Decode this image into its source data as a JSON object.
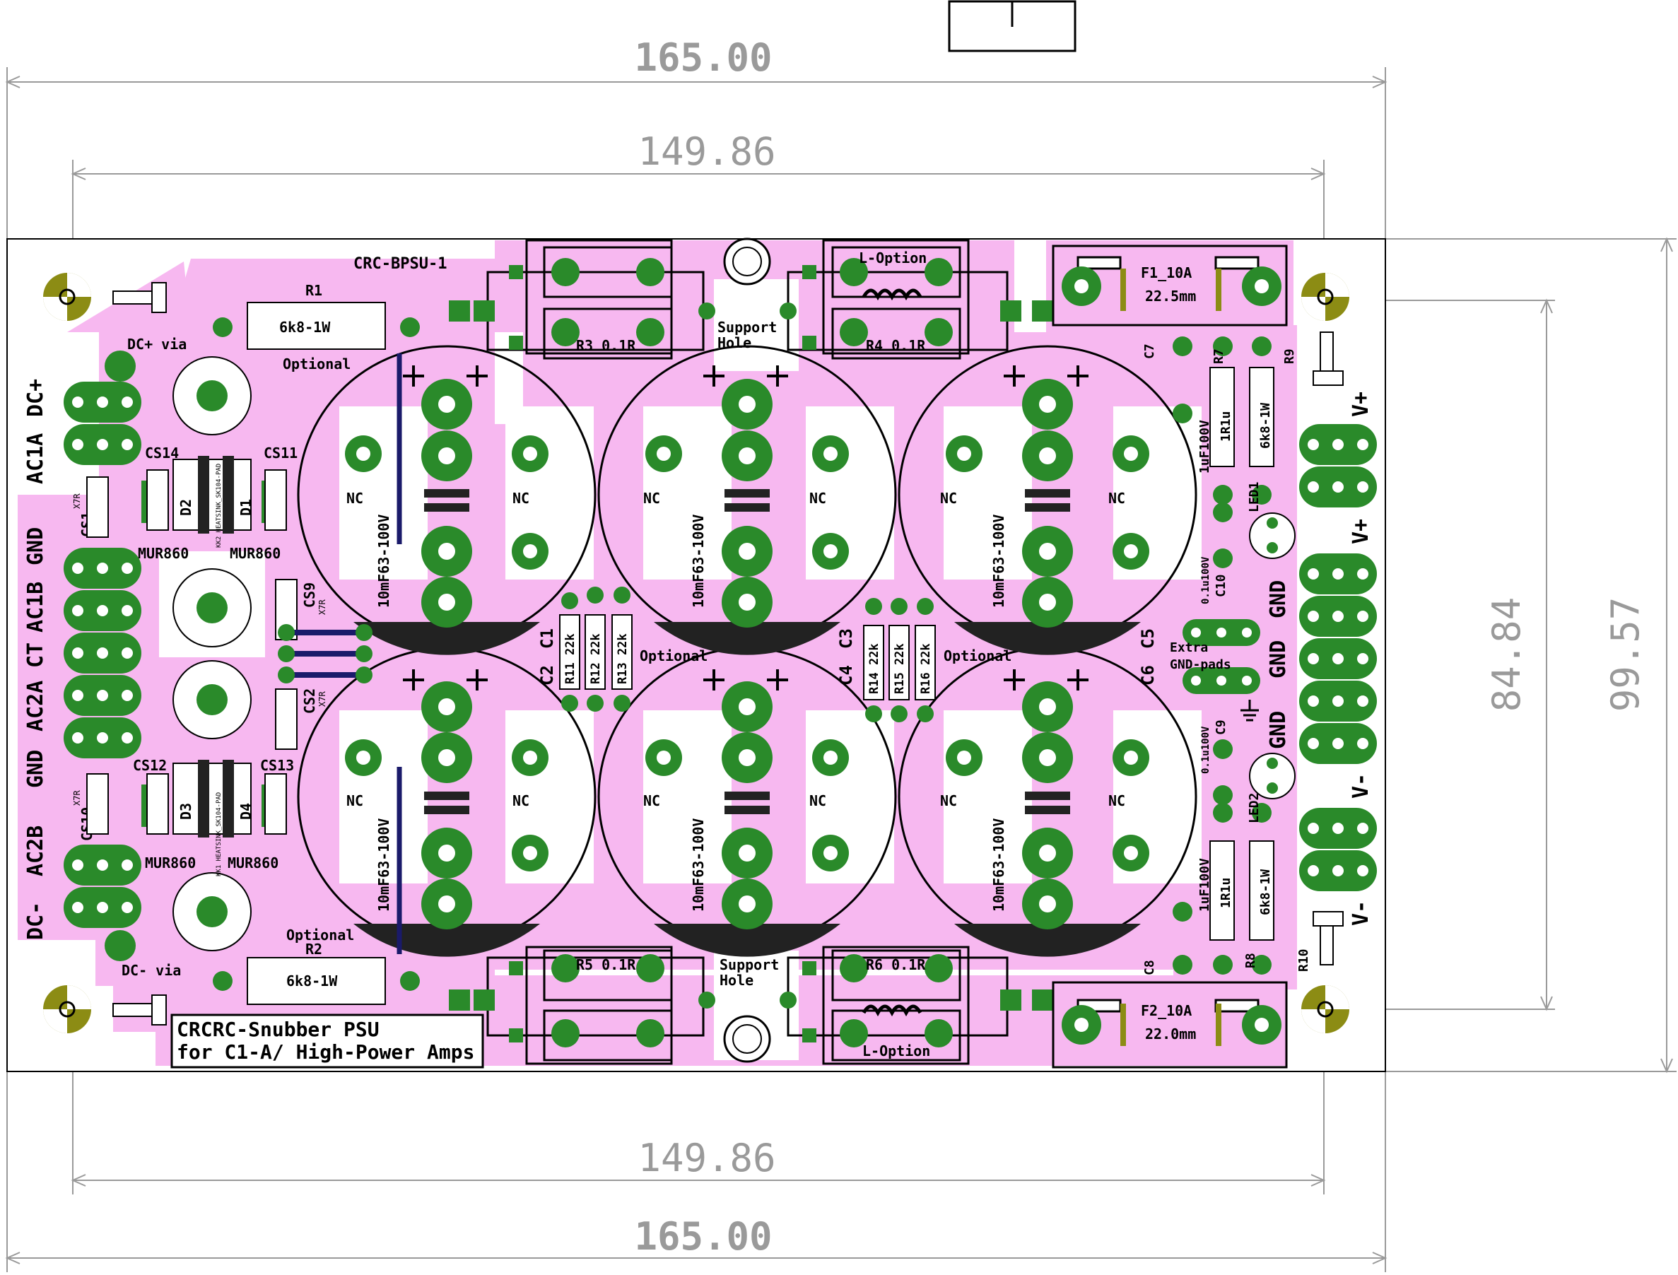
{
  "dimensions": {
    "width_outer": "165.00",
    "width_inner": "149.86",
    "height_inner": "84.84",
    "height_outer": "99.57"
  },
  "board": {
    "name": "CRC-BPSU-1",
    "footer_line1": "CRCRC-Snubber PSU",
    "footer_line2": "for C1-A/ High-Power Amps"
  },
  "left_labels": {
    "dc_plus": "DC+",
    "ac1a": "AC1A",
    "gnd": "GND",
    "ac1b": "AC1B",
    "ct": "CT",
    "ac2a": "AC2A",
    "gnd2": "GND",
    "ac2b": "AC2B",
    "dc_minus": "DC-"
  },
  "right_labels": {
    "v_plus1": "V+",
    "v_plus2": "V+",
    "gnd1": "GND",
    "gnd2": "GND",
    "gnd3": "GND",
    "v_minus1": "V-",
    "v_minus2": "V-"
  },
  "parts": {
    "r1": "R1",
    "r1_val": "6k8-1W",
    "r1_opt": "Optional",
    "r2": "R2",
    "r2_val": "6k8-1W",
    "r2_opt": "Optional",
    "dcplus_via": "DC+ via",
    "dcminus_via": "DC- via",
    "cs14": "CS14",
    "cs11": "CS11",
    "cs12": "CS12",
    "cs13": "CS13",
    "cs1": "CS1",
    "cs10": "CS10",
    "cs9": "CS9",
    "cs2": "CS2",
    "x7r": "X7R",
    "d1": "D1",
    "d2": "D2",
    "d3": "D3",
    "d4": "D4",
    "mur": "MUR860",
    "heatsink": "KK2 HEATSINK_SK104-PAD",
    "heatsink2": "KK1 HEATSINK_SK104-PAD",
    "r3": "R3 0.1R",
    "r4": "R4 0.1R",
    "r5": "R5 0.1R",
    "r6": "R6 0.1R",
    "l_option": "L-Option",
    "support": "Support",
    "hole": "Hole",
    "cap": "10mF63-100V",
    "nc": "NC",
    "c1": "C1",
    "c2": "C2",
    "c3": "C3",
    "c4": "C4",
    "c5": "C5",
    "c6": "C6",
    "c7": "C7",
    "c8": "C8",
    "c9": "C9",
    "c10": "C10",
    "r11": "R11 22k",
    "r12": "R12 22k",
    "r13": "R13 22k",
    "r14": "R14 22k",
    "r15": "R15 22k",
    "r16": "R16 22k",
    "optional": "Optional",
    "extra": "Extra",
    "gndpads": "GND-pads",
    "f1": "F1_10A",
    "f1_len": "22.5mm",
    "f2": "F2_10A",
    "f2_len": "22.0mm",
    "r7": "R7",
    "r8": "R8",
    "r9": "R9",
    "r10": "R10",
    "c_1uf": "1uF100V",
    "r_1r1": "1R1u",
    "r_6k8": "6k8-1W",
    "c_01uf": "0.1u100V",
    "led1": "LED1",
    "led2": "LED2"
  },
  "colors": {
    "board_fill": "#f7b8f0",
    "pad": "#2a8a2a",
    "silk": "#000000",
    "dim": "#9a9a9a",
    "mount": "#8c8c14"
  }
}
